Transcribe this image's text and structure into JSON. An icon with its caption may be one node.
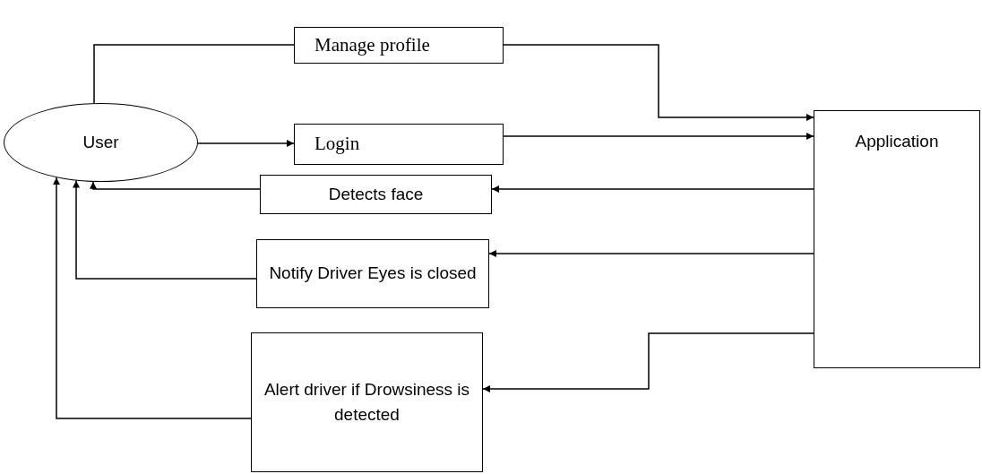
{
  "diagram": {
    "nodes": [
      {
        "text": [
          "User"
        ]
      },
      {
        "text": [
          "Manage profile"
        ]
      },
      {
        "text": [
          "Login"
        ]
      },
      {
        "text": [
          "Detects face"
        ]
      },
      {
        "text": [
          "Notify Driver Eyes is closed"
        ]
      },
      {
        "text": [
          "Alert driver if Drowsiness is detected"
        ]
      },
      {
        "text": [
          "Application"
        ]
      }
    ],
    "edges": [
      {
        "from": 0,
        "to": 1,
        "arrow": "none"
      },
      {
        "from": 1,
        "to": 6,
        "arrow": "to"
      },
      {
        "from": 0,
        "to": 2,
        "arrow": "to"
      },
      {
        "from": 2,
        "to": 6,
        "arrow": "to"
      },
      {
        "from": 6,
        "to": 3,
        "arrow": "to"
      },
      {
        "from": 3,
        "to": 0,
        "arrow": "to"
      },
      {
        "from": 6,
        "to": 4,
        "arrow": "to"
      },
      {
        "from": 4,
        "to": 0,
        "arrow": "to"
      },
      {
        "from": 6,
        "to": 5,
        "arrow": "to"
      },
      {
        "from": 5,
        "to": 0,
        "arrow": "to"
      }
    ]
  }
}
